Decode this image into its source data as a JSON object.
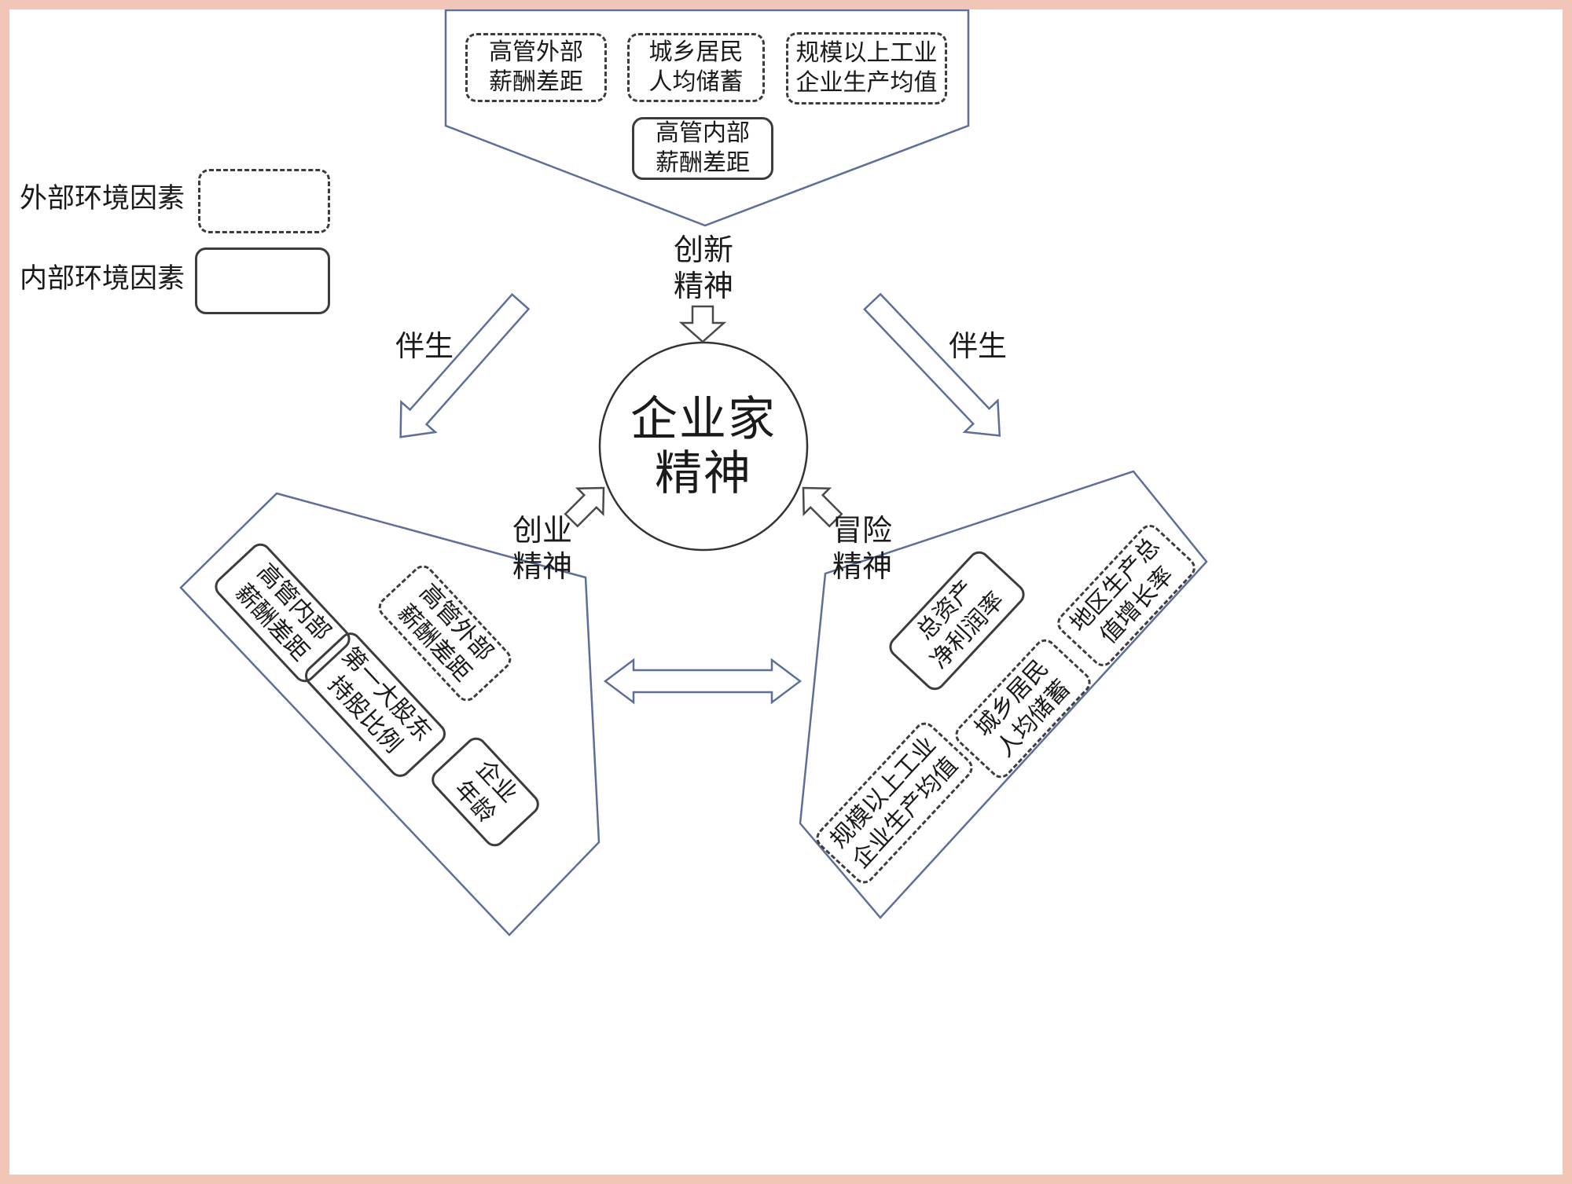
{
  "colors": {
    "frame": "#f2c6b6",
    "pentagon_outline": "#5d6f99",
    "box_border": "#3c3c3c",
    "text": "#1a1a1a"
  },
  "legend": {
    "external": "外部环境因素",
    "internal": "内部环境因素"
  },
  "center": {
    "label": "企业家\n精神"
  },
  "labels": {
    "accompany_left": "伴生",
    "accompany_right": "伴生"
  },
  "groups": {
    "innovation": {
      "spirit": "创新\n精神",
      "factors": [
        {
          "label": "高管外部\n薪酬差距",
          "type": "external"
        },
        {
          "label": "城乡居民\n人均储蓄",
          "type": "external"
        },
        {
          "label": "规模以上工业\n企业生产均值",
          "type": "external"
        },
        {
          "label": "高管内部\n薪酬差距",
          "type": "internal"
        }
      ]
    },
    "entrepreneurship": {
      "spirit": "创业\n精神",
      "factors": [
        {
          "label": "高管内部\n薪酬差距",
          "type": "internal"
        },
        {
          "label": "第一大股东\n持股比例",
          "type": "internal"
        },
        {
          "label": "企业\n年龄",
          "type": "internal"
        },
        {
          "label": "高管外部\n薪酬差距",
          "type": "external"
        }
      ]
    },
    "risk": {
      "spirit": "冒险\n精神",
      "factors": [
        {
          "label": "规模以上工业\n企业生产均值",
          "type": "external"
        },
        {
          "label": "城乡居民\n人均储蓄",
          "type": "external"
        },
        {
          "label": "地区生产总\n值增长率",
          "type": "external"
        },
        {
          "label": "总资产\n净利润率",
          "type": "internal"
        }
      ]
    }
  }
}
